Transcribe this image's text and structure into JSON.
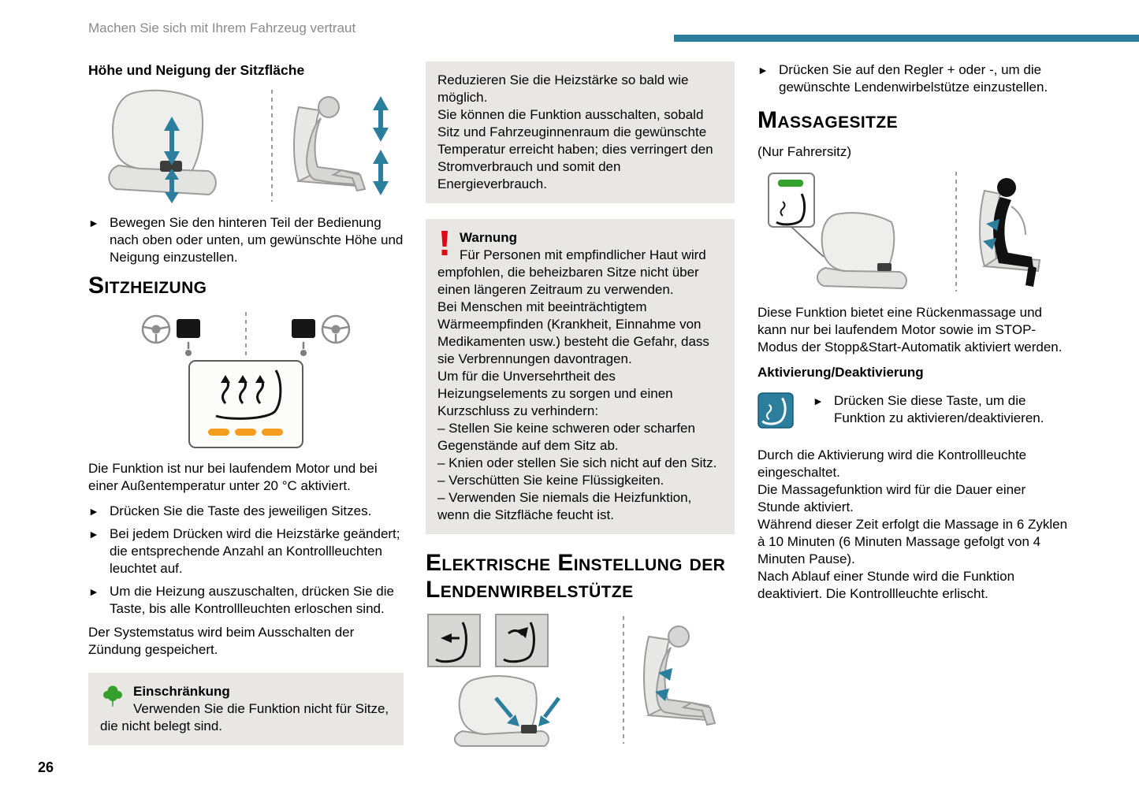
{
  "page": {
    "header": "Machen Sie sich mit Ihrem Fahrzeug vertraut",
    "page_number": "26"
  },
  "colors": {
    "accent_teal": "#2b7f9d",
    "box_gray": "#e8e7e4",
    "warning_red": "#e30613",
    "restriction_green": "#33a02c",
    "heat_level_orange": "#f59d1e"
  },
  "icons": {
    "bullet": "►",
    "warning": "exclamation-mark",
    "restriction": "tree",
    "massage_button": "seat-with-wave"
  },
  "col1": {
    "section_height": {
      "title": "Höhe und Neigung der Sitzfläche",
      "bullet": "Bewegen Sie den hinteren Teil der Bedienung nach oben oder unten, um gewünschte Höhe und Neigung einzustellen."
    },
    "heating": {
      "title": "Sitzheizung",
      "intro": "Die Funktion ist nur bei laufendem Motor und bei einer Außentemperatur unter 20 °C aktiviert.",
      "bullets": [
        "Drücken Sie die Taste des jeweiligen Sitzes.",
        "Bei jedem Drücken wird die Heizstärke geändert; die entsprechende Anzahl an Kontrollleuchten leuchtet auf.",
        "Um die Heizung auszuschalten, drücken Sie die Taste, bis alle Kontrollleuchten erloschen sind."
      ],
      "outro": "Der Systemstatus wird beim Ausschalten der Zündung gespeichert."
    },
    "restriction": {
      "title": "Einschränkung",
      "text": "Verwenden Sie die Funktion nicht für Sitze, die nicht belegt sind."
    }
  },
  "col2": {
    "continuation_text": "Reduzieren Sie die Heizstärke so bald wie möglich.\nSie können die Funktion ausschalten, sobald Sitz und Fahrzeuginnenraum die gewünschte Temperatur erreicht haben; dies verringert den Stromverbrauch und somit den Energieverbrauch.",
    "warning": {
      "title": "Warnung",
      "text": "Für Personen mit empfindlicher Haut wird empfohlen, die beheizbaren Sitze nicht über einen längeren Zeitraum zu verwenden.\nBei Menschen mit beeinträchtigtem Wärmeempfinden (Krankheit, Einnahme von Medikamenten usw.) besteht die Gefahr, dass sie Verbrennungen davontragen.\nUm für die Unversehrtheit des Heizungselements zu sorgen und einen Kurzschluss zu verhindern:\n– Stellen Sie keine schweren oder scharfen Gegenstände auf dem Sitz ab.\n– Knien oder stellen Sie sich nicht auf den Sitz.\n– Verschütten Sie keine Flüssigkeiten.\n– Verwenden Sie niemals die Heizfunktion, wenn die Sitzfläche feucht ist."
    },
    "lumbar_title": "Elektrische Einstellung der Lendenwirbelstütze"
  },
  "col3": {
    "lumbar_bullet": "Drücken Sie auf den Regler + oder -, um die gewünschte Lendenwirbelstütze einzustellen.",
    "massage": {
      "title": "Massagesitze",
      "subtitle": "(Nur Fahrersitz)",
      "intro": "Diese Funktion bietet eine Rückenmassage und kann nur bei laufendem Motor sowie im STOP-Modus der Stopp&Start-Automatik aktiviert werden.",
      "activation_title": "Aktivierung/Deaktivierung",
      "activation_bullet": "Drücken Sie diese Taste, um die Funktion zu aktivieren/deaktivieren.",
      "details": "Durch die Aktivierung wird die Kontrollleuchte eingeschaltet.\nDie Massagefunktion wird für die Dauer einer Stunde aktiviert.\nWährend dieser Zeit erfolgt die Massage in 6 Zyklen à 10 Minuten (6 Minuten Massage gefolgt von 4 Minuten Pause).\nNach Ablauf einer Stunde wird die Funktion deaktiviert. Die Kontrollleuchte erlischt."
    }
  }
}
